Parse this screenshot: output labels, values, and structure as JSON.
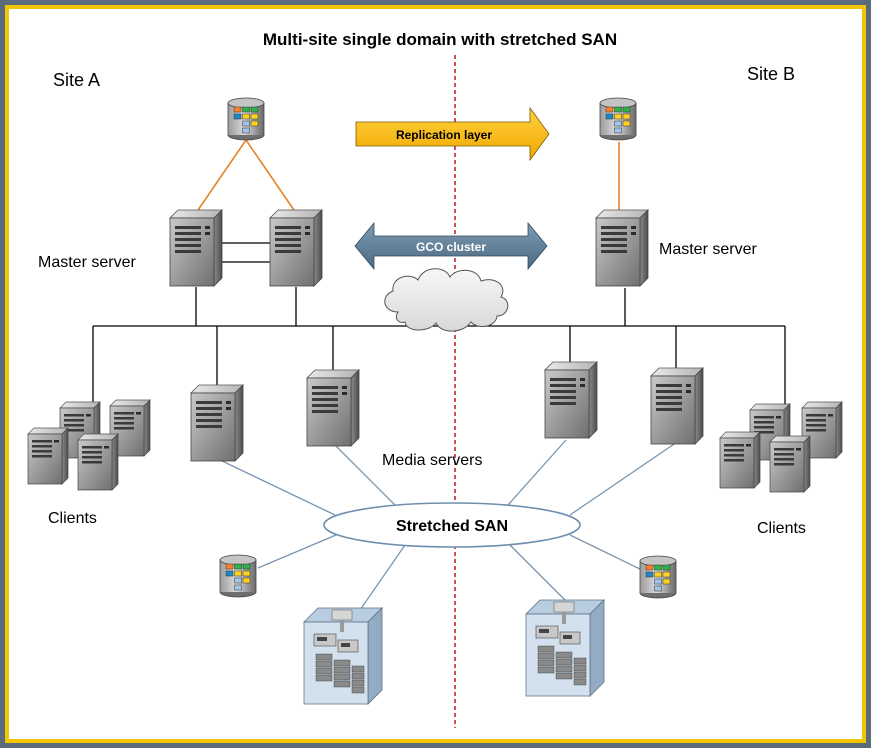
{
  "title": "Multi-site single domain with stretched SAN",
  "site_a_label": "Site A",
  "site_b_label": "Site B",
  "replication_label": "Replication layer",
  "gco_label": "GCO cluster",
  "master_server_a_label": "Master server",
  "master_server_b_label": "Master server",
  "media_servers_label": "Media servers",
  "clients_a_label": "Clients",
  "clients_b_label": "Clients",
  "san_label": "Stretched SAN",
  "colors": {
    "outer_frame": "#5a6b7e",
    "inner_border": "#f2c500",
    "replication_arrow": "#ffc000",
    "gco_arrow": "#5f7f97",
    "san_ellipse_stroke": "#6f8fae",
    "san_line": "#7a95ad",
    "db_line": "#e8822a",
    "divider": "#c0262d",
    "cloud_fill": "#e8e8e8"
  }
}
